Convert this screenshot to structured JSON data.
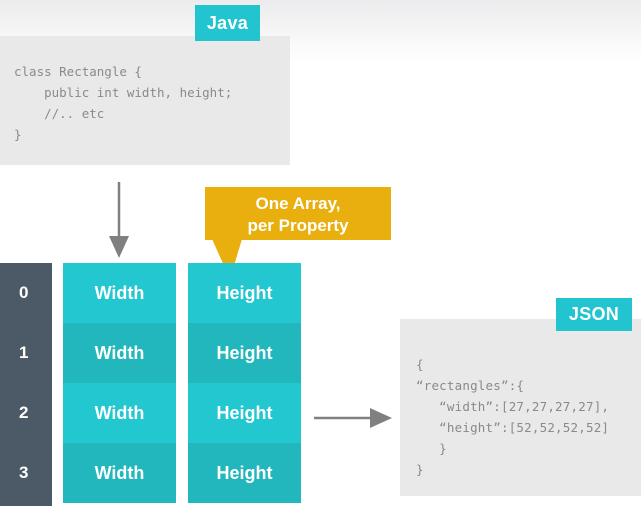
{
  "diagram": {
    "title": "Java object to column arrays to JSON",
    "colors": {
      "teal_badge": "#22c4cf",
      "cell_light": "#22c7d0",
      "cell_dark": "#22b7bd",
      "index_column": "#4b5a66",
      "callout_gold": "#e8af0e",
      "code_panel_bg": "#e9e9ea",
      "code_text": "#8a8a8e",
      "arrow_gray": "#808080"
    }
  },
  "java": {
    "badge_label": "Java",
    "code": "class Rectangle {\n    public int width, height;\n    //.. etc\n}"
  },
  "callout": {
    "line1": "One Array,",
    "line2": "per Property"
  },
  "table": {
    "columns": [
      {
        "name": "index",
        "header": ""
      },
      {
        "name": "width",
        "header": "Width"
      },
      {
        "name": "height",
        "header": "Height"
      }
    ],
    "rows": [
      {
        "index": "0",
        "width": "Width",
        "height": "Height",
        "shade": "light"
      },
      {
        "index": "1",
        "width": "Width",
        "height": "Height",
        "shade": "dark"
      },
      {
        "index": "2",
        "width": "Width",
        "height": "Height",
        "shade": "light"
      },
      {
        "index": "3",
        "width": "Width",
        "height": "Height",
        "shade": "dark"
      }
    ]
  },
  "json": {
    "badge_label": "JSON",
    "code": "{\n“rectangles”:{\n   “width”:[27,27,27,27],\n   “height”:[52,52,52,52]\n   }\n}"
  },
  "arrows": {
    "down_label": "class-to-arrays-arrow",
    "right_label": "arrays-to-json-arrow"
  }
}
